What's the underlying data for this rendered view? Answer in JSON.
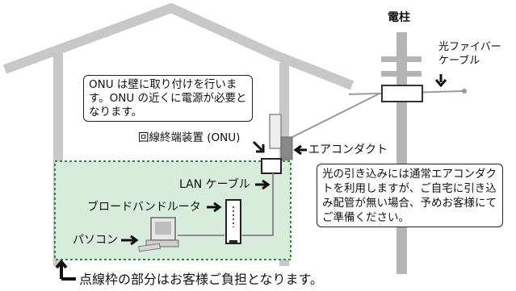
{
  "diagram": {
    "pole_label": "電柱",
    "fiber_cable_label": "光ファイバー\nケーブル",
    "onu_note": "ONU は壁に取り付けを行います。ONU の近くに電源が必要となります。",
    "onu_label": "回線終端装置 (ONU)",
    "air_duct_label": "エアコンダクト",
    "lan_cable_label": "LAN ケーブル",
    "router_label": "ブロードバンドルータ",
    "pc_label": "パソコン",
    "duct_note": "光の引き込みには通常エアコンダクトを利用しますが、ご自宅に引き込み配管が無い場合、予めお客様にてご準備ください。",
    "footer_note": "点線枠の部分はお客様ご負担となります。"
  },
  "colors": {
    "house": "#c8c8c8",
    "customer_area_fill": "#d8ecdc",
    "customer_area_border": "#2f8a46",
    "line": "#8c8c8c"
  }
}
